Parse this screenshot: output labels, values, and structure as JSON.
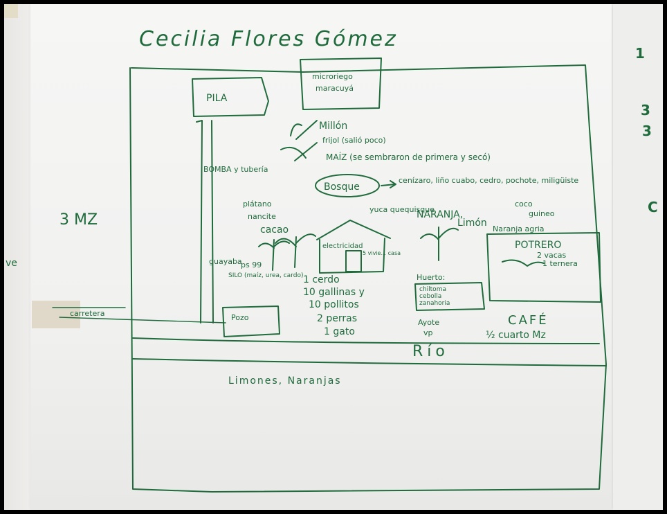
{
  "title": "Cecilia Flores Gómez",
  "side_note": "3 MZ",
  "left_edge_label": "ve",
  "edge_road_label": "carretera",
  "right_page_fragments": [
    "1",
    "3",
    "3",
    "C"
  ],
  "labels": {
    "pila": "PILA",
    "microriego": "microriego",
    "maracuya": "maracuyá",
    "millon": "Millón",
    "frijol": "frijol (salió poco)",
    "maiz": "MAÍZ (se sembraron de primera y secó)",
    "bomba": "BOMBA y tubería",
    "bosque": "Bosque",
    "bosque_trees": "cenízaro, liño cuabo, cedro, pochote, miligüiste",
    "platano": "plátano",
    "nancite": "nancite",
    "cacao": "cacao",
    "yuca": "yuca quequisque",
    "naranja": "NARANJA,",
    "coco": "coco",
    "limon": "Limón",
    "guineo": "guineo",
    "naranja_agria": "Naranja agria",
    "potrero": "POTRERO",
    "vacas": "2 vacas",
    "ternera": "1 ternera",
    "guayaba": "guayaba",
    "ps": "ps 99",
    "silo": "SILO (maíz, urea, cardo)",
    "electricidad": "electricidad",
    "vivienda": "5 vivie... casa",
    "animals": [
      "1 cerdo",
      "10 gallinas y",
      "10 pollitos",
      "2 perras",
      "1 gato"
    ],
    "huerto": "Huerto:",
    "huerto_items": [
      "chiltoma",
      "cebolla",
      "zanahoria"
    ],
    "ayote": "Ayote",
    "vp": "vp",
    "cafe": "CAFÉ",
    "cafe_area": "½ cuarto Mz",
    "pozo": "Pozo",
    "rio": "Río",
    "limones": "Limones, Naranjas"
  }
}
